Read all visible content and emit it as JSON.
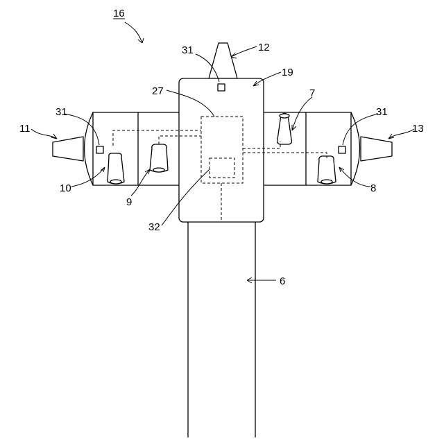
{
  "figure": {
    "labels": {
      "assembly": "16",
      "center_horn": "12",
      "center_top_sensor": "31",
      "main_housing": "19",
      "controller_box": "27",
      "inner_module": "32",
      "center_lamp": "7",
      "left_horn": "11",
      "left_sensor": "31",
      "left_outer_lamp": "10",
      "left_inner_lamp": "9",
      "right_horn": "13",
      "right_sensor": "31",
      "right_outer_lamp": "8",
      "pole": "6"
    }
  }
}
